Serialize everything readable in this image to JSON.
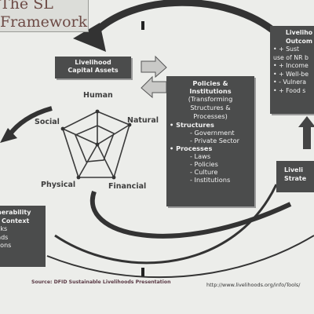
{
  "title": {
    "line1": "The SL",
    "line2": "Framework"
  },
  "capital_assets": {
    "line1": "Livelihood",
    "line2": "Capital Assets"
  },
  "pentagon": {
    "human": "Human",
    "natural": "Natural",
    "financial": "Financial",
    "physical": "Physical",
    "social": "Social"
  },
  "policies": {
    "line1": "Policies &",
    "line2": "Institutions",
    "sub1": "(Transforming",
    "sub2": "Structures &",
    "sub3": "Processes)",
    "structures_label": "• Structures",
    "structures": [
      "- Government",
      "- Private Sector"
    ],
    "processes_label": "• Processes",
    "processes": [
      "- Laws",
      "- Policies",
      "- Culture",
      "- Institutions"
    ]
  },
  "outcomes": {
    "title1": "Liveliho",
    "title2": "Outcom",
    "lines": [
      "• +      Sust",
      "use of NR b",
      "• + Income",
      "• + Well-be",
      "• - Vulnera",
      "• + Food s"
    ]
  },
  "strategies": {
    "line1": "Liveli",
    "line2": "Strate"
  },
  "vulnerability": {
    "line1": "nerability",
    "line2": "Context",
    "lines": [
      "cks",
      "nds",
      "sons"
    ]
  },
  "source": "Source: DFID Sustainable Livelihoods Presentation",
  "url": "http://www.livelihoods.org/info/Tools/"
}
